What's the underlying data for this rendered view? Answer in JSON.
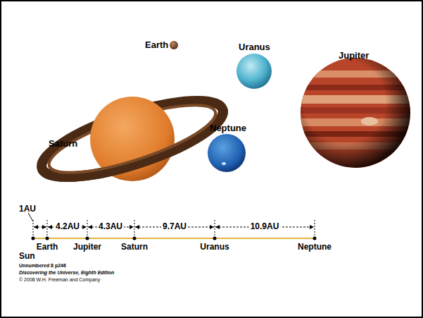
{
  "diagram": {
    "labels": [
      "Earth",
      "Uranus",
      "Jupiter",
      "Saturn",
      "Neptune",
      "1AU",
      "4.2AU",
      "4.3AU",
      "9.7AU",
      "10.9AU",
      "Sun",
      "Earth",
      "Jupiter",
      "Saturn",
      "Uranus",
      "Neptune",
      "Unnumbered 8 p246",
      "Discovering the Universe, Eighth Edition",
      "© 2008 W.H. Freeman and Company"
    ]
  }
}
